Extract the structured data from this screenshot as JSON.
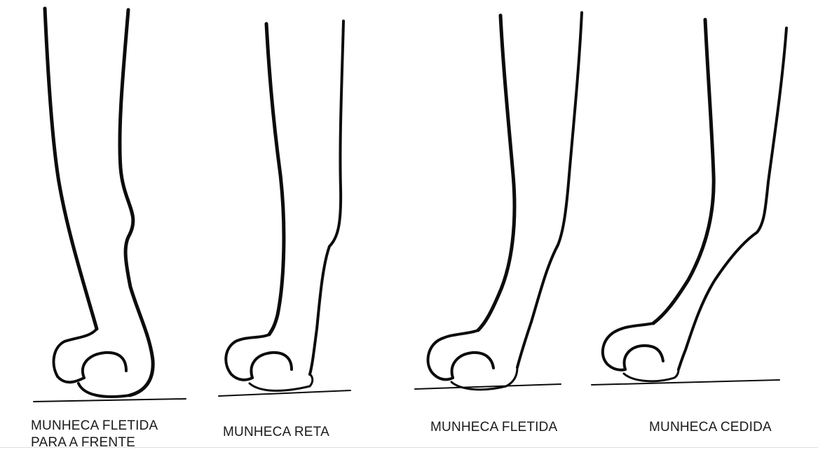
{
  "figures": [
    {
      "caption_lines": [
        "MUNHECA FLETIDA",
        "PARA A FRENTE"
      ]
    },
    {
      "caption_lines": [
        "MUNHECA RETA"
      ]
    },
    {
      "caption_lines": [
        "MUNHECA FLETIDA"
      ]
    },
    {
      "caption_lines": [
        "MUNHECA CEDIDA"
      ]
    }
  ]
}
